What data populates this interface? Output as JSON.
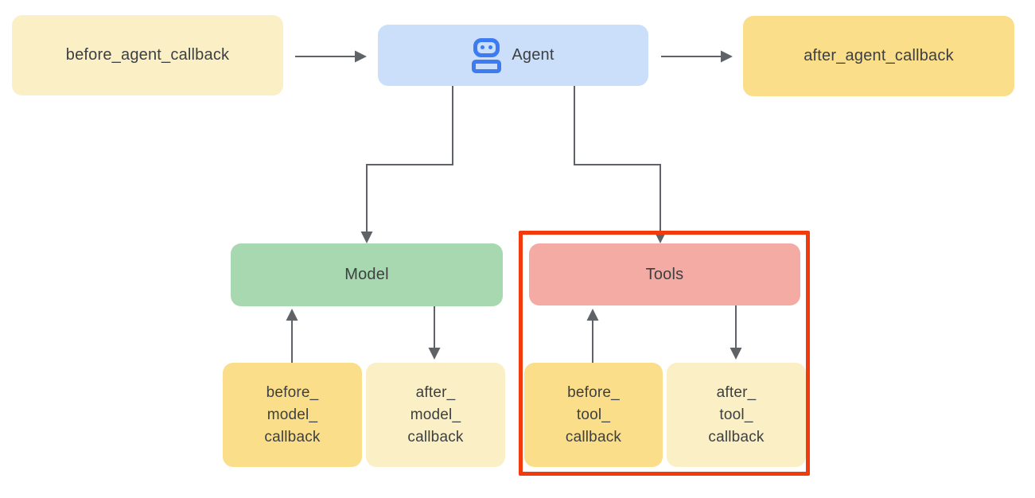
{
  "colors": {
    "cream": "#FBEFC5",
    "gold": "#FADE8A",
    "blue_box": "#CBDEFA",
    "robot_blue": "#3C7BF2",
    "green": "#A8D8AF",
    "pink": "#F4ABA3",
    "red_outline": "#F23B0D",
    "line_gray": "#5F6368",
    "text": "#3C4043"
  },
  "nodes": {
    "before_agent": {
      "label": "before_agent_callback"
    },
    "agent": {
      "label": "Agent",
      "icon": "robot-icon"
    },
    "after_agent": {
      "label": "after_agent_callback"
    },
    "model": {
      "label": "Model"
    },
    "tools": {
      "label": "Tools"
    },
    "before_model": {
      "lines": [
        "before_",
        "model_",
        "callback"
      ]
    },
    "after_model": {
      "lines": [
        "after_",
        "model_",
        "callback"
      ]
    },
    "before_tool": {
      "lines": [
        "before_",
        "tool_",
        "callback"
      ]
    },
    "after_tool": {
      "lines": [
        "after_",
        "tool_",
        "callback"
      ]
    }
  }
}
